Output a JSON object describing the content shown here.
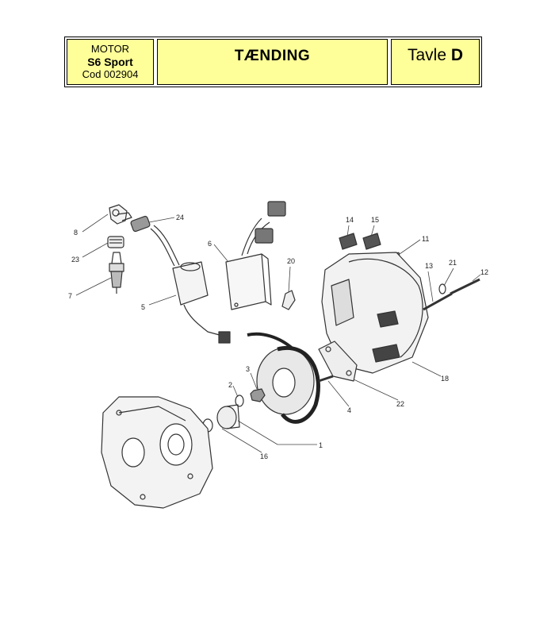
{
  "header": {
    "motor_label": "MOTOR",
    "model": "S6 Sport",
    "code": "Cod 002904",
    "title": "TÆNDING",
    "plate_word": "Tavle",
    "plate_letter": "D"
  },
  "callouts": [
    "8",
    "24",
    "23",
    "7",
    "6",
    "5",
    "20",
    "14",
    "15",
    "11",
    "13",
    "21",
    "12",
    "18",
    "22",
    "4",
    "3",
    "2",
    "1",
    "16"
  ]
}
